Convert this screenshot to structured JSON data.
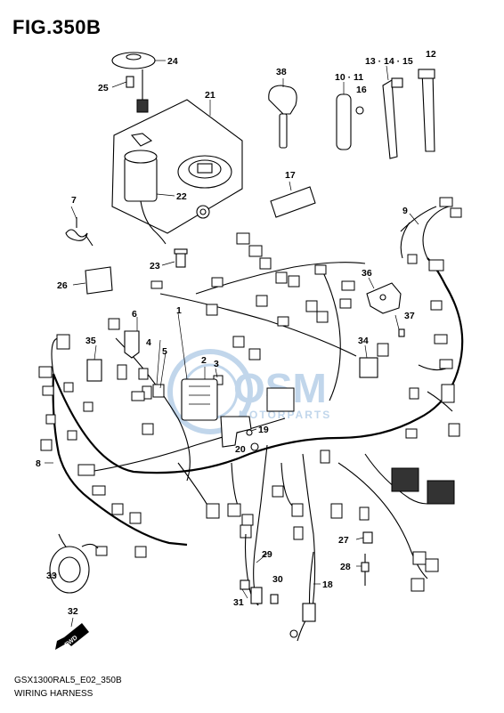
{
  "figure": {
    "title": "FIG.350B",
    "code": "GSX1300RAL5_E02_350B",
    "caption": "WIRING HARNESS",
    "fwd_label": "FWD"
  },
  "watermark": {
    "logo_text": "OSM",
    "sub_text": "MOTORPARTS",
    "color": "#8fb6dc"
  },
  "callouts": [
    "24",
    "25",
    "21",
    "22",
    "38",
    "10 · 11",
    "16",
    "13 · 14 · 15",
    "12",
    "17",
    "7",
    "9",
    "23",
    "26",
    "36",
    "37",
    "6",
    "1",
    "35",
    "4",
    "5",
    "2",
    "3",
    "34",
    "8",
    "19",
    "20",
    "29",
    "27",
    "28",
    "33",
    "30",
    "31",
    "18",
    "32"
  ]
}
